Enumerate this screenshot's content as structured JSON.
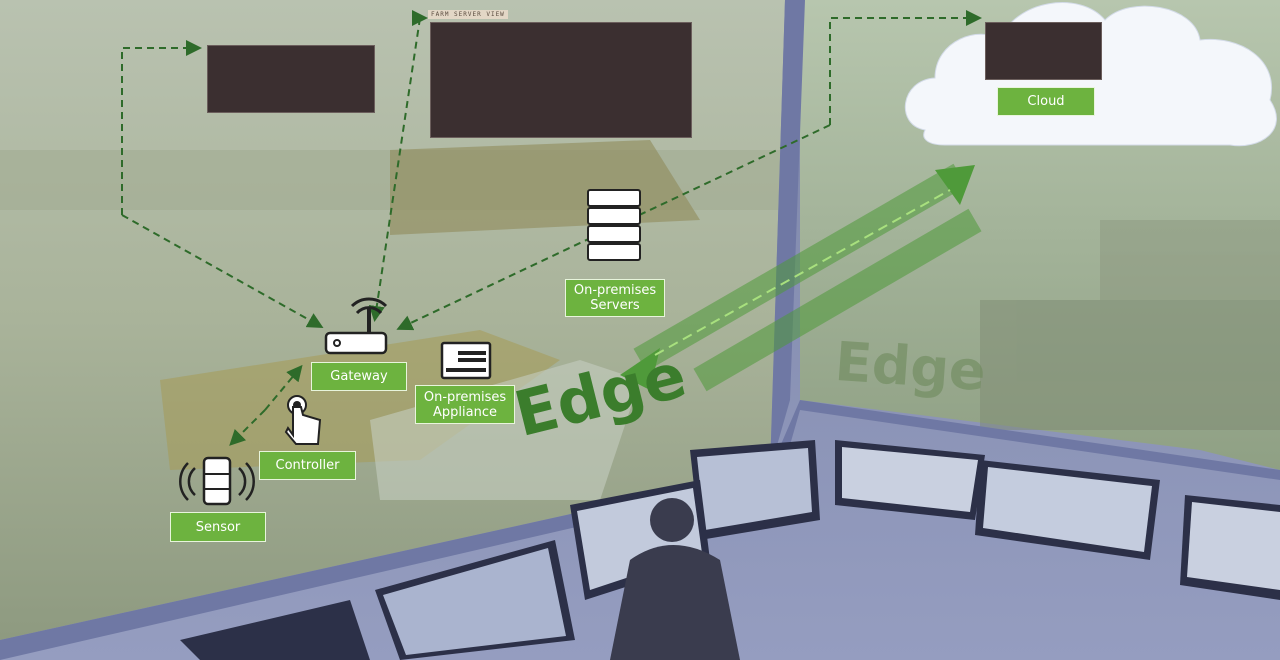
{
  "labels": {
    "cloud": "Cloud",
    "servers": "On-premises\nServers",
    "gateway": "Gateway",
    "appliance": "On-premises\nAppliance",
    "controller": "Controller",
    "sensor": "Sensor"
  },
  "dashboard_title": "FARM SERVER VIEW",
  "edge_label": "Edge",
  "edge_label_faded": "Edge",
  "colors": {
    "accent": "#6db33f",
    "edge_text": "#3b7d2c",
    "arrow": "#2e7d32"
  }
}
